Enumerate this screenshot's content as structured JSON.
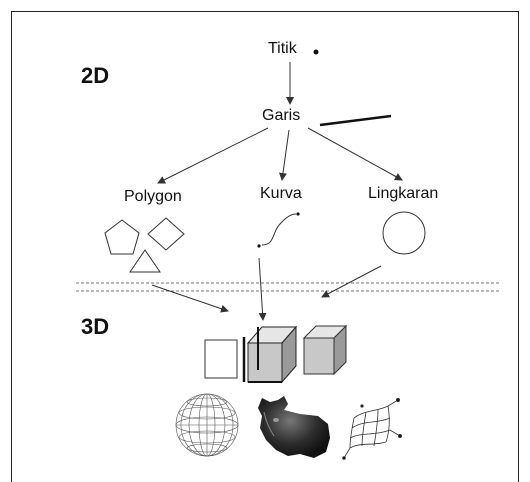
{
  "sections": {
    "top": "2D",
    "bottom": "3D"
  },
  "nodes": {
    "titik": "Titik",
    "garis": "Garis",
    "polygon": "Polygon",
    "kurva": "Kurva",
    "lingkaran": "Lingkaran"
  },
  "colors": {
    "line": "#333333",
    "cube_face": "#c8c8c8",
    "cube_side": "#9a9a9a",
    "cube_top": "#e6e6e6",
    "separator": "#777777",
    "cow": "#2a2a2a"
  },
  "icons": {
    "point": "dot-icon",
    "line": "line-icon",
    "pentagon": "pentagon-icon",
    "diamond": "diamond-icon",
    "triangle": "triangle-icon",
    "curve": "curve-icon",
    "circle": "circle-icon",
    "square": "square-icon",
    "cube": "cube-icon",
    "sphere": "wireframe-sphere-icon",
    "cow": "cow-photo-icon",
    "surface": "mesh-surface-icon"
  }
}
